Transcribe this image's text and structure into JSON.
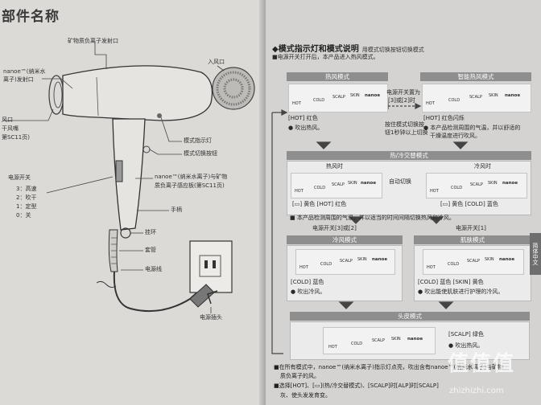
{
  "left_page": {
    "title": "部件名称",
    "labels": {
      "mineral_outlet": "矿物质负离子发射口",
      "nanoe_line1": "nanoe™(纳米水",
      "nanoe_line2": "离子)发射口",
      "air_inlet": "入风口",
      "nozzle_line1": "风口",
      "nozzle_line2": "干风嘴",
      "nozzle_line3": "第SC11页)",
      "mode_light": "模式指示灯",
      "mode_button": "模式切换按钮",
      "sensor_line1": "nanoe™(纳米水离子)与矿物",
      "sensor_line2": "质负离子感应板(第SC11页)",
      "power_switch": "电源开关",
      "switch_3": "3：高速",
      "switch_2": "2：吹干",
      "switch_1": "1：定型",
      "switch_0": "0：关",
      "handle": "手柄",
      "hook": "挂环",
      "sleeve": "套管",
      "cord": "电源线",
      "plug": "电源插头"
    }
  },
  "right_page": {
    "section_title": "◆模式指示灯和模式说明",
    "section_subtitle": "用模式切换按钮切换模式",
    "intro": "■电源开关打开后，本产品进入热风模式。",
    "hot_mode": {
      "title": "热风模式",
      "indicator": "[HOT] 红色",
      "bullet": "● 吹出热风。"
    },
    "smart_mode": {
      "title": "智能热风模式",
      "indicator": "[HOT] 红色闪烁",
      "bullet1": "● 本产品检测周围的气温，并以舒适的",
      "bullet2": "干燥温度进行吹风。"
    },
    "switch_note": {
      "line1": "电源开关置为",
      "line2": "[3]或[2]时",
      "line3": "按住模式切换按",
      "line4": "钮1秒钟以上切换"
    },
    "alt_mode": {
      "title": "热/冷交替模式",
      "hot_label": "热风时",
      "cold_label": "冷风时",
      "auto_switch": "自动切换",
      "indicator_hot": "[▭] 黄色 [HOT] 红色",
      "indicator_cold": "[▭] 黄色 [COLD] 蓝色",
      "bullet": "■ 本产品检测周围的气温，并以适当的时间间隔切换热风和冷风。"
    },
    "switch_row": {
      "left": "电源开关[3]或[2]",
      "right": "电源开关[1]"
    },
    "cold_mode": {
      "title": "冷风模式",
      "indicator": "[COLD] 蓝色",
      "bullet": "● 吹出冷风。"
    },
    "skin_mode": {
      "title": "肌肤模式",
      "indicator": "[COLD] 蓝色 [SKIN] 黄色",
      "bullet": "● 吹出能使肌肤进行护理的冷风。"
    },
    "scalp_mode": {
      "title": "头皮模式",
      "indicator": "[SCALP] 绿色",
      "bullet": "● 吹出热风。"
    },
    "indicator_words": {
      "hot": "HOT",
      "cold": "COLD",
      "scalp": "SCALP",
      "skin": "SKIN",
      "nanoe": "nanoe"
    },
    "footer": {
      "line1": "■在所有模式中，nanoe™(纳米水离子)指示灯点亮，吹出含有nanoe™(纳米水离子)与矿物",
      "line2": "质负离子的风。",
      "line3": "■选择[HOT]、[▭](热/冷交替模式)、[SCALP]时[ALP]时[SCALP]",
      "line4": "灰、使头发发育变。"
    },
    "side_tab": "简体中文"
  },
  "watermark": {
    "text": "值值值",
    "url": "zhizhizhi.com"
  }
}
